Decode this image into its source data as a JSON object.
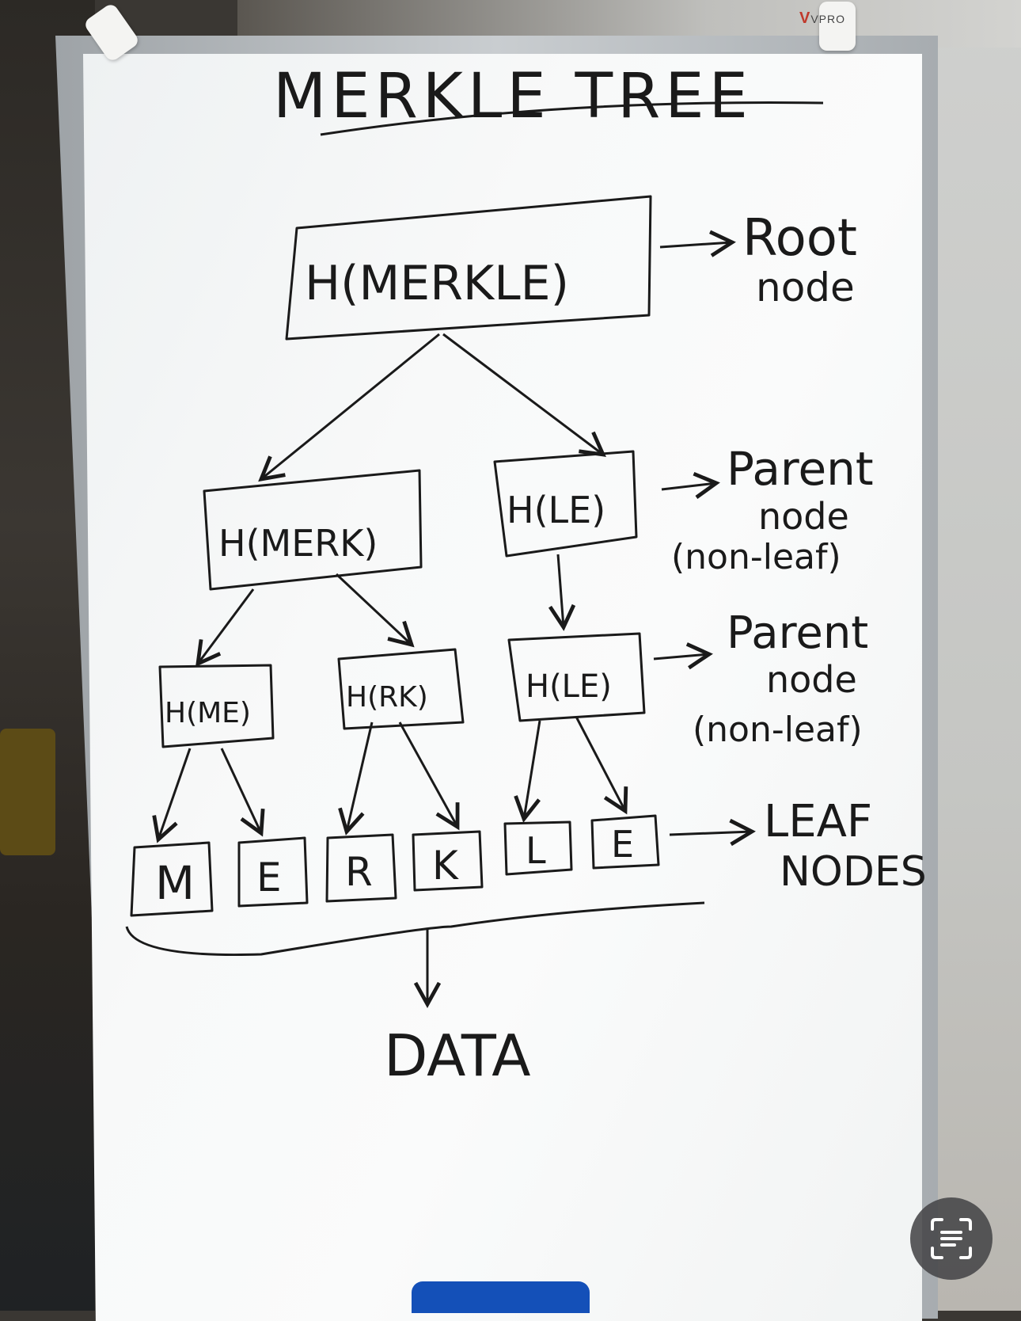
{
  "title": "MERKLE TREE",
  "brand": "VPRO",
  "nodes": {
    "root": "H(MERKLE)",
    "merk": "H(MERK)",
    "le_top": "H(LE)",
    "me": "H(ME)",
    "rk": "H(RK)",
    "le_bottom": "H(LE)"
  },
  "leaves": [
    "M",
    "E",
    "R",
    "K",
    "L",
    "E"
  ],
  "annotations": {
    "root": [
      "Root",
      "node"
    ],
    "parent_1": [
      "Parent",
      "node",
      "(non-leaf)"
    ],
    "parent_2": [
      "Parent",
      "node",
      "(non-leaf)"
    ],
    "leaf": [
      "LEAF",
      "NODES"
    ],
    "data": "DATA"
  },
  "colors": {
    "marker": "#1a1a1a",
    "board": "#f8f9f9",
    "frame": "#b8bdc1"
  },
  "icons": {
    "lens": "text-scan-icon"
  }
}
